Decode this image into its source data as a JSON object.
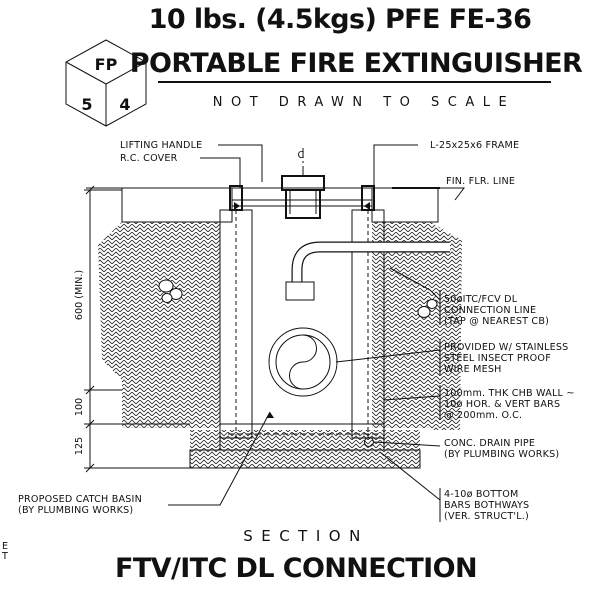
{
  "title": {
    "line1": "10 lbs. (4.5kgs) PFE FE-36",
    "line2": "PORTABLE FIRE EXTINGUISHER",
    "scale_note": "NOT DRAWN TO SCALE"
  },
  "badge": {
    "top": "FP",
    "left": "5",
    "right": "4"
  },
  "labels": {
    "lifting_handle": "LIFTING HANDLE",
    "rc_cover": "R.C. COVER",
    "centerline": "C",
    "frame": "L-25x25x6 FRAME",
    "fin_flr_line": "FIN. FLR. LINE",
    "connection_line": [
      "50øITC/FCV DL",
      "CONNECTION LINE",
      "(TAP @ NEAREST CB)"
    ],
    "insect_proof": [
      "PROVIDED W/ STAINLESS",
      "STEEL INSECT PROOF",
      "WIRE MESH"
    ],
    "chb_wall": [
      "100mm. THK CHB WALL ~",
      "10ø HOR. & VERT BARS",
      "@ 200mm. O.C."
    ],
    "drain_pipe": [
      "CONC. DRAIN PIPE",
      "(BY PLUMBING WORKS)"
    ],
    "bottom_bars": [
      "4-10ø BOTTOM",
      "BARS BOTHWAYS",
      "(VER. STRUCT'L.)"
    ],
    "catch_basin": [
      "PROPOSED CATCH BASIN",
      "(BY PLUMBING WORKS)"
    ],
    "edge_fragment": [
      "E",
      "T"
    ]
  },
  "dimensions": {
    "d600": "600 (MIN.)",
    "d100": "100",
    "d125": "125"
  },
  "footer": {
    "section": "SECTION",
    "title": "FTV/ITC DL CONNECTION"
  }
}
